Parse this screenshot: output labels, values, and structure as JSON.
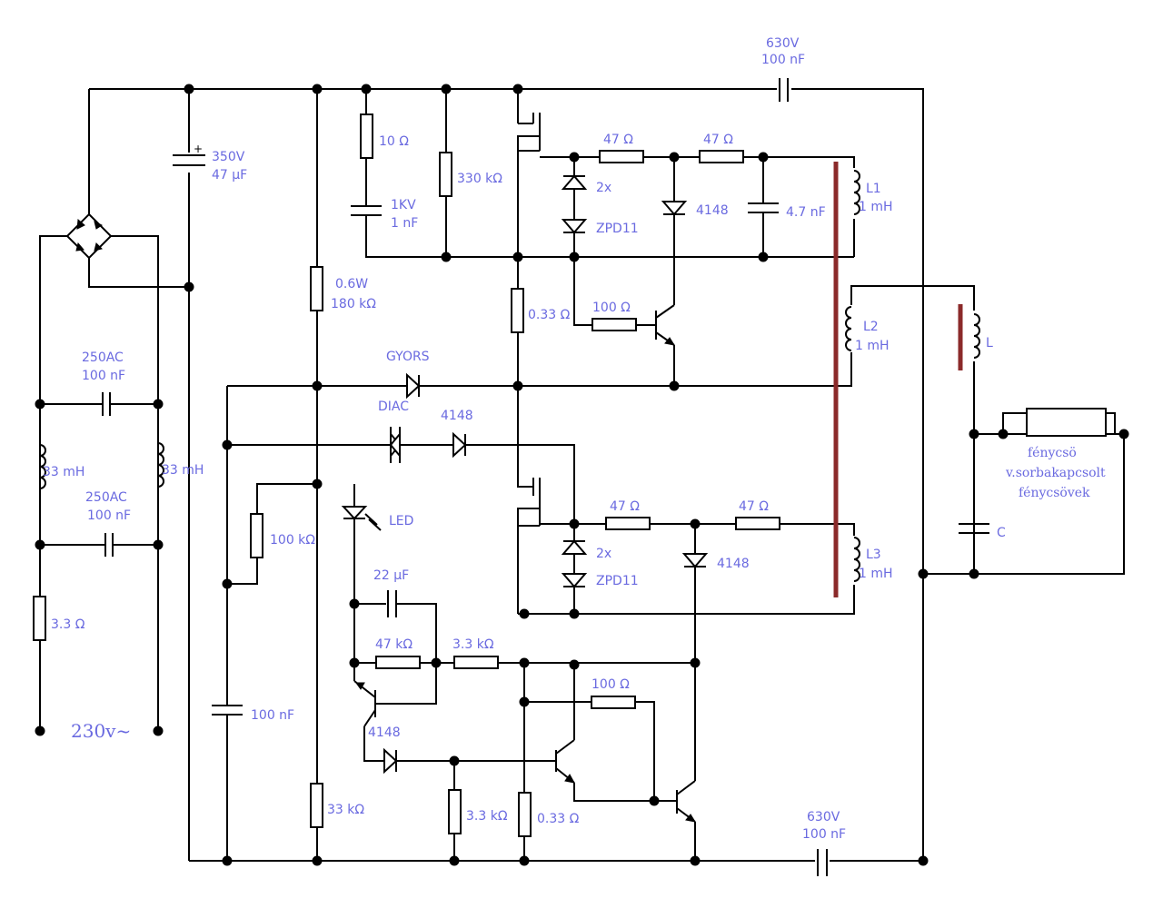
{
  "labels": {
    "c_top_v": "630V",
    "c_top_c": "100 nF",
    "c_bot_v": "630V",
    "c_bot_c": "100 nF",
    "elko_v": "350V",
    "elko_c": "47 µF",
    "r_10": "10 Ω",
    "c_1kv_v": "1KV",
    "c_1kv_c": "1 nF",
    "r_330k": "330 kΩ",
    "r_47_a1": "47 Ω",
    "r_47_a2": "47 Ω",
    "zd_top_2x": "2x",
    "zd_top_type": "ZPD11",
    "d_4148_top": "4148",
    "c_4n7": "4.7 nF",
    "l1_name": "L1",
    "l1_val": "1 mH",
    "r_06w": "0.6W",
    "r_180k": "180 kΩ",
    "r_033_top": "0.33 Ω",
    "r_100_top": "100 Ω",
    "l2_name": "L2",
    "l2_val": "1 mH",
    "gyors": "GYORS",
    "diac": "DIAC",
    "d_4148_mid": "4148",
    "l_name": "L",
    "c_250ac_1v": "250AC",
    "c_250ac_1c": "100 nF",
    "l_33mh_l": "33 mH",
    "l_33mh_r": "33 mH",
    "c_250ac_2v": "250AC",
    "c_250ac_2c": "100 nF",
    "r_3r3": "3.3 Ω",
    "mains": "230v~",
    "lamp_1": "fénycsö",
    "lamp_2": "v.sorbakapcsolt",
    "lamp_3": "fénycsövek",
    "c_name": "C",
    "led": "LED",
    "r_100k": "100 kΩ",
    "c_22u": "22 µF",
    "r_47k": "47 kΩ",
    "r_3k3_a": "3.3 kΩ",
    "r_47_b1": "47 Ω",
    "r_47_b2": "47 Ω",
    "zd_bot_2x": "2x",
    "zd_bot_type": "ZPD11",
    "d_4148_bot": "4148",
    "l3_name": "L3",
    "l3_val": "1 mH",
    "r_100_bot": "100 Ω",
    "d_4148_low": "4148",
    "c_100n_left": "100 nF",
    "r_33k": "33 kΩ",
    "r_3k3_b": "3.3 kΩ",
    "r_033_bot": "0.33 Ω"
  }
}
